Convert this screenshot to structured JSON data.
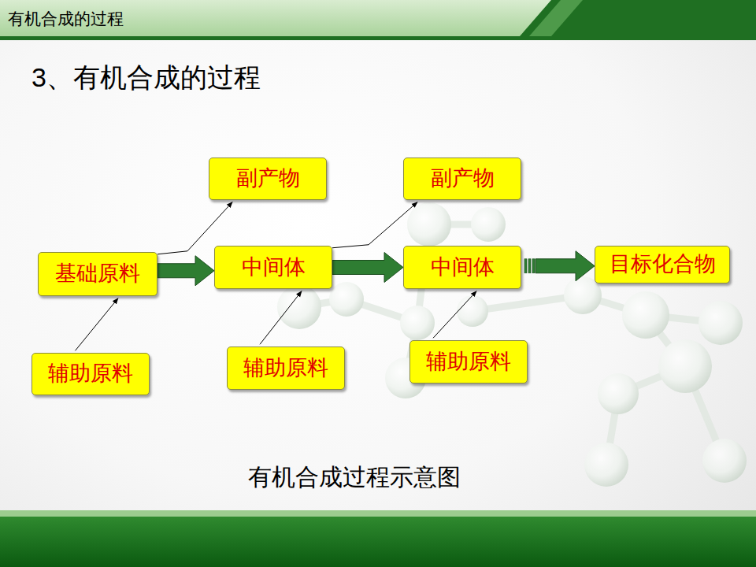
{
  "diagram": {
    "title": "3、有机合成的过程",
    "caption": "有机合成过程示意图",
    "nodes": [
      {
        "text": [
          "副产物"
        ]
      },
      {
        "text": [
          "副产物"
        ]
      },
      {
        "text": [
          "基础原料"
        ]
      },
      {
        "text": [
          "中间体"
        ]
      },
      {
        "text": [
          "中间体"
        ]
      },
      {
        "text": [
          "目标化合物"
        ]
      },
      {
        "text": [
          "辅助原料"
        ]
      },
      {
        "text": [
          "辅助原料"
        ]
      },
      {
        "text": [
          "辅助原料"
        ]
      }
    ],
    "edges": [
      {
        "from": 2,
        "to": 3,
        "arrow": "to"
      },
      {
        "from": 3,
        "to": 4,
        "arrow": "to"
      },
      {
        "from": 4,
        "to": 5,
        "arrow": "to"
      },
      {
        "from": 2,
        "to": 0,
        "arrow": "to"
      },
      {
        "from": 3,
        "to": 1,
        "arrow": "to"
      },
      {
        "from": 6,
        "to": 2,
        "arrow": "to"
      },
      {
        "from": 7,
        "to": 3,
        "arrow": "to"
      },
      {
        "from": 8,
        "to": 4,
        "arrow": "to"
      }
    ],
    "labels": [
      "有机合成的过程"
    ]
  }
}
